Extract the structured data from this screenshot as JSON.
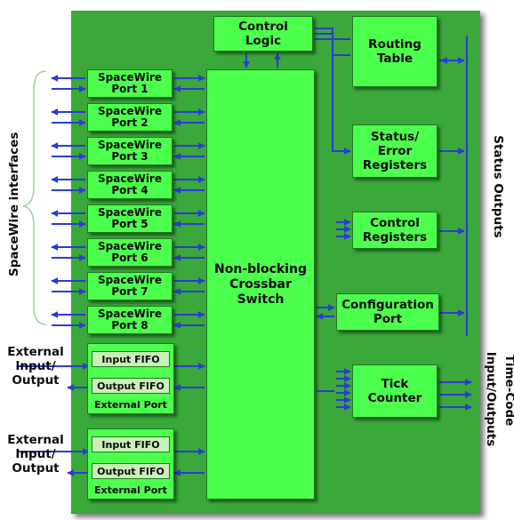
{
  "blocks": {
    "control_logic": "Control\nLogic",
    "routing_table": "Routing\nTable",
    "status_error": "Status/\nError\nRegisters",
    "control_registers": "Control\nRegisters",
    "configuration_port": "Configuration\nPort",
    "tick_counter": "Tick\nCounter",
    "crossbar": "Non-blocking\nCrossbar\nSwitch"
  },
  "ports": [
    "SpaceWire\nPort 1",
    "SpaceWire\nPort 2",
    "SpaceWire\nPort 3",
    "SpaceWire\nPort 4",
    "SpaceWire\nPort 5",
    "SpaceWire\nPort 6",
    "SpaceWire\nPort 7",
    "SpaceWire\nPort 8"
  ],
  "external_ports": [
    {
      "input_fifo": "Input FIFO",
      "output_fifo": "Output FIFO",
      "name": "External Port"
    },
    {
      "input_fifo": "Input FIFO",
      "output_fifo": "Output FIFO",
      "name": "External Port"
    }
  ],
  "labels": {
    "spacewire_interfaces": "SpaceWire interfaces",
    "external_io_1": "External\nInput/\nOutput",
    "external_io_2": "External\nInput/\nOutput",
    "status_outputs": "Status Outputs",
    "time_code_1": "Time-Code",
    "time_code_2": "Input/Outputs"
  },
  "colors": {
    "board": "#3aa83a",
    "block": "#4dff4d",
    "fifo": "#c8f0b8",
    "arrow": "#2b3bd6",
    "brace": "#9bd49b"
  }
}
